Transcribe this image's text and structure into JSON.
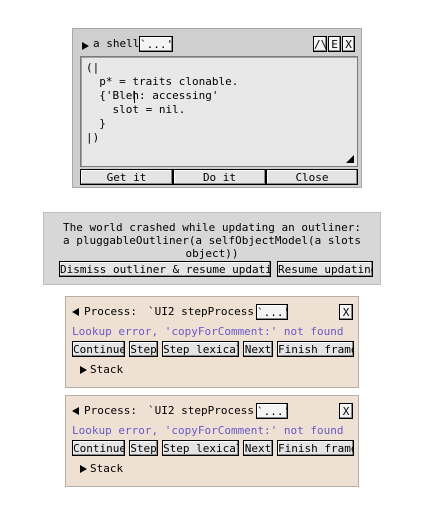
{
  "shell": {
    "title": "a shell",
    "menu_label": "`...'",
    "controls": [
      "/\\",
      "E",
      "X"
    ],
    "code_lines": [
      "(|",
      "  p* = traits clonable.",
      "  {'Bleh: accessing'",
      "    slot = nil.",
      "  }",
      "|)"
    ],
    "buttons": {
      "get": "Get it",
      "do": "Do it",
      "close": "Close"
    }
  },
  "crash": {
    "line1": "The world crashed while updating an outliner:",
    "line2": "a pluggableOutliner(a selfObjectModel(a slots object))",
    "dismiss": "Dismiss outliner & resume updating",
    "resume": "Resume updating"
  },
  "processes": [
    {
      "label": "Process:",
      "name": "`UI2 stepProcess`",
      "menu_label": "`...'",
      "close": "X",
      "error": "Lookup error, 'copyForComment:' not found",
      "buttons": [
        "Continue",
        "Step",
        "Step lexical",
        "Next",
        "Finish frame"
      ],
      "stack": "Stack"
    },
    {
      "label": "Process:",
      "name": "`UI2 stepProcess`",
      "menu_label": "`...'",
      "close": "X",
      "error": "Lookup error, 'copyForComment:' not found",
      "buttons": [
        "Continue",
        "Step",
        "Step lexical",
        "Next",
        "Finish frame"
      ],
      "stack": "Stack"
    }
  ],
  "colors": {
    "process_bg": "#eee0d2",
    "error_text": "#6a58c8",
    "shell_bg": "#cfcfcf",
    "dialog_bg": "#d7d7d7"
  }
}
